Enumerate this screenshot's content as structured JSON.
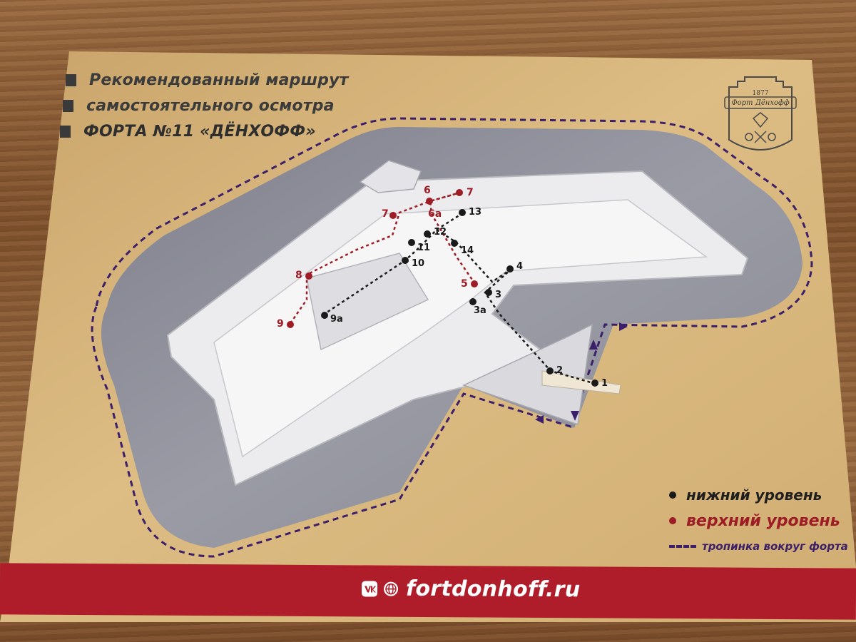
{
  "title": {
    "line1": "Рекомендованный маршрут",
    "line2": "самостоятельного осмотра",
    "line3": "ФОРТА №11 «ДЁНХОФФ»"
  },
  "logo": {
    "year": "1877",
    "name": "Форт Дёнхофф"
  },
  "legend": {
    "lower": "нижний уровень",
    "upper": "верхний уровень",
    "path": "тропинка вокруг форта"
  },
  "footer": {
    "site": "fortdonhoff.ru"
  },
  "stops": {
    "s1": "1",
    "s2": "2",
    "s3": "3",
    "s3a": "3а",
    "s4": "4",
    "s5": "5",
    "s6": "6",
    "s6a": "6а",
    "s7a": "7",
    "s7b": "7",
    "s8": "8",
    "s9": "9",
    "s9a": "9а",
    "s10": "10",
    "s11": "11",
    "s12": "12",
    "s13": "13",
    "s14": "14"
  },
  "colors": {
    "paper": "#d7b57a",
    "red_accent": "#b01d2a",
    "upper_level": "#9d1c25",
    "lower_level": "#1a1a1a",
    "path": "#3b1f6a",
    "water": "#8e8f99"
  }
}
